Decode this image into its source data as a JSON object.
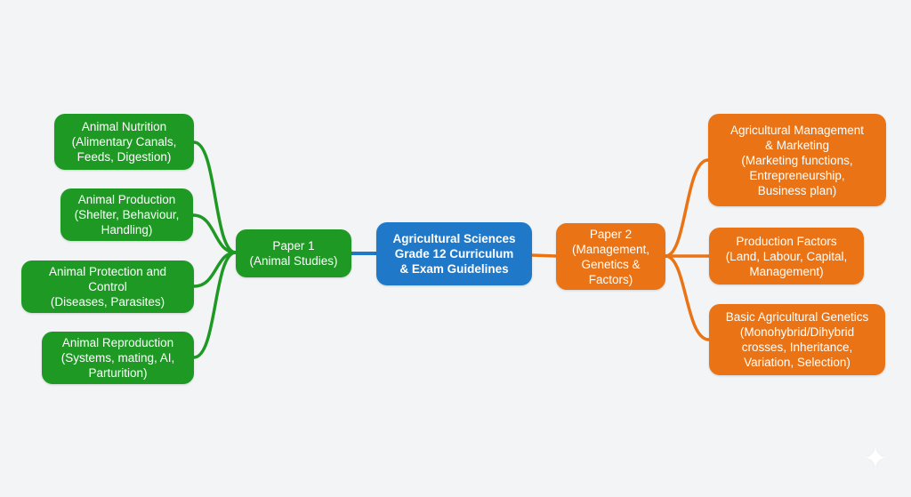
{
  "diagram": {
    "center": {
      "label": "Agricultural Sciences\nGrade 12 Curriculum\n& Exam Guidelines"
    },
    "paper1": {
      "label": "Paper 1\n(Animal Studies)",
      "children": [
        {
          "label": "Animal Nutrition\n(Alimentary Canals,\nFeeds, Digestion)"
        },
        {
          "label": "Animal Production\n(Shelter, Behaviour,\nHandling)"
        },
        {
          "label": "Animal Protection and\nControl\n(Diseases, Parasites)"
        },
        {
          "label": "Animal Reproduction\n(Systems, mating, AI,\nParturition)"
        }
      ]
    },
    "paper2": {
      "label": "Paper 2\n(Management,\nGenetics &\nFactors)",
      "children": [
        {
          "label": "Agricultural Management\n& Marketing\n(Marketing functions,\nEntrepreneurship,\nBusiness plan)"
        },
        {
          "label": "Production Factors\n(Land, Labour, Capital,\nManagement)"
        },
        {
          "label": "Basic Agricultural Genetics\n(Monohybrid/Dihybrid\ncrosses, Inheritance,\nVariation, Selection)"
        }
      ]
    }
  },
  "colors": {
    "green": "#1e9a24",
    "orange": "#ea7415",
    "blue": "#1f78c8",
    "background": "#f2f4f6"
  },
  "icons": {
    "corner": "sparkle-icon"
  }
}
